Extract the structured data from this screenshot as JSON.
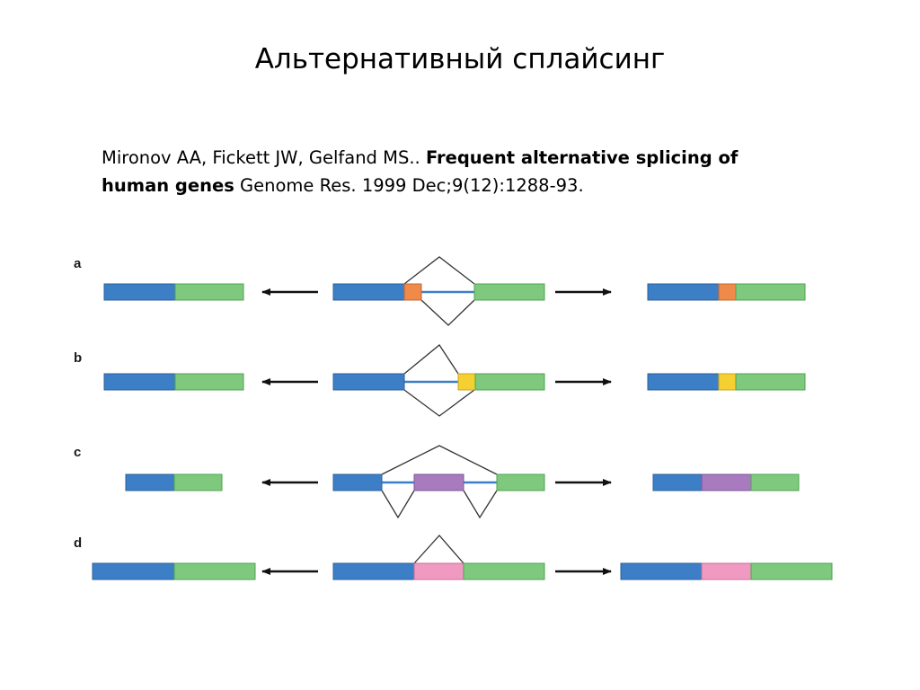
{
  "slide": {
    "title": "Альтернативный сплайсинг"
  },
  "citation": {
    "authors": "Mironov AA, Fickett JW, Gelfand MS..",
    "article_title": "Frequent alternative splicing of human genes",
    "journal": "Genome Res. 1999 Dec;9(12):1288-93."
  },
  "colors": {
    "exon_blue": "#3d7fc6",
    "exon_green": "#7fc97f",
    "exon_orange": "#f08a4b",
    "exon_yellow": "#f5d033",
    "exon_purple": "#a87bbf",
    "exon_pink": "#f09ac2",
    "intron_line": "#3d7fc6",
    "splice_line": "#333333",
    "arrow": "#111111"
  },
  "rows": [
    {
      "label": "a",
      "event": "alternative-5-splice-site"
    },
    {
      "label": "b",
      "event": "alternative-3-splice-site"
    },
    {
      "label": "c",
      "event": "cassette-exon"
    },
    {
      "label": "d",
      "event": "intron-retention"
    }
  ]
}
